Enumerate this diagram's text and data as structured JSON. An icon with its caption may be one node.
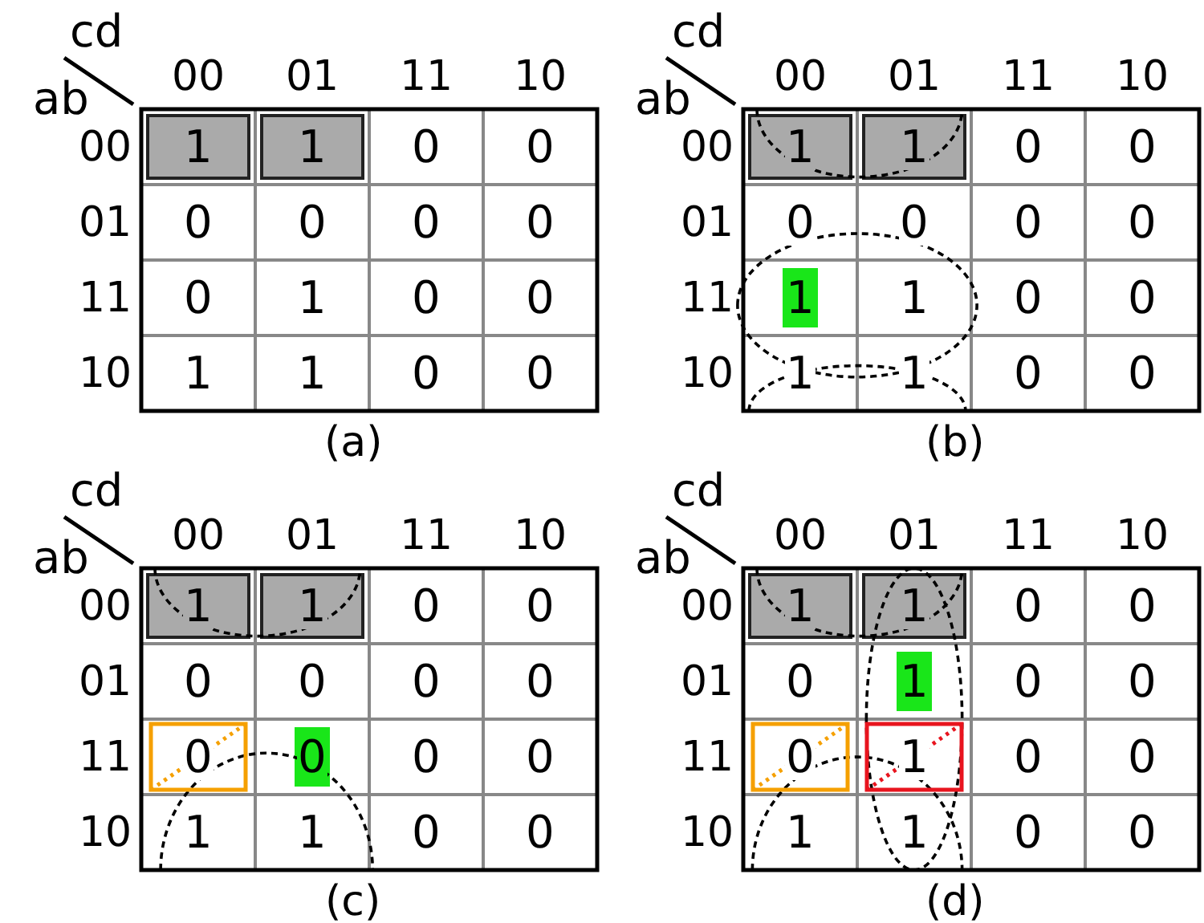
{
  "diagram": {
    "labels": [
      "cd",
      "ab",
      "00",
      "01",
      "11",
      "10",
      "00",
      "1",
      "1",
      "0",
      "0",
      "01",
      "0",
      "0",
      "0",
      "0",
      "11",
      "0",
      "1",
      "0",
      "0",
      "10",
      "1",
      "1",
      "0",
      "0",
      "(a)",
      "cd",
      "ab",
      "00",
      "01",
      "11",
      "10",
      "00",
      "1",
      "1",
      "0",
      "0",
      "01",
      "0",
      "0",
      "0",
      "0",
      "11",
      "1",
      "1",
      "0",
      "0",
      "10",
      "1",
      "1",
      "0",
      "0",
      "(b)",
      "cd",
      "ab",
      "00",
      "01",
      "11",
      "10",
      "00",
      "1",
      "1",
      "0",
      "0",
      "01",
      "0",
      "0",
      "0",
      "0",
      "11",
      "0",
      "0",
      "0",
      "0",
      "10",
      "1",
      "1",
      "0",
      "0",
      "(c)",
      "cd",
      "ab",
      "00",
      "01",
      "11",
      "10",
      "00",
      "1",
      "1",
      "0",
      "0",
      "01",
      "0",
      "1",
      "0",
      "0",
      "11",
      "0",
      "1",
      "0",
      "0",
      "10",
      "1",
      "1",
      "0",
      "0",
      "(d)"
    ]
  }
}
